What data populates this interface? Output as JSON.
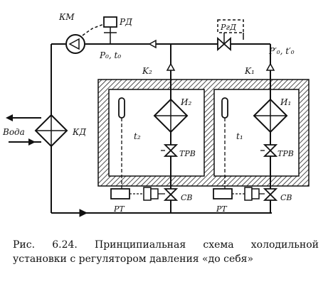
{
  "labels": {
    "km": "КМ",
    "rd": "РД",
    "p0t0": "P₀, t₀",
    "rgd": "PгД",
    "p0t0prime": "P′₀, t′₀",
    "k2": "K₂",
    "k1": "K₁",
    "i2": "И₂",
    "i1": "И₁",
    "t2": "t₂",
    "t1": "t₁",
    "trv_left": "ТРВ",
    "trv_right": "ТРВ",
    "sv_left": "СВ",
    "sv_right": "СВ",
    "rt_left": "РТ",
    "rt_right": "РТ",
    "voda": "Вода",
    "kd": "КД"
  },
  "caption": "Рис. 6.24. Принципиальная схема холодильной установки с регулятором давления «до себя»"
}
